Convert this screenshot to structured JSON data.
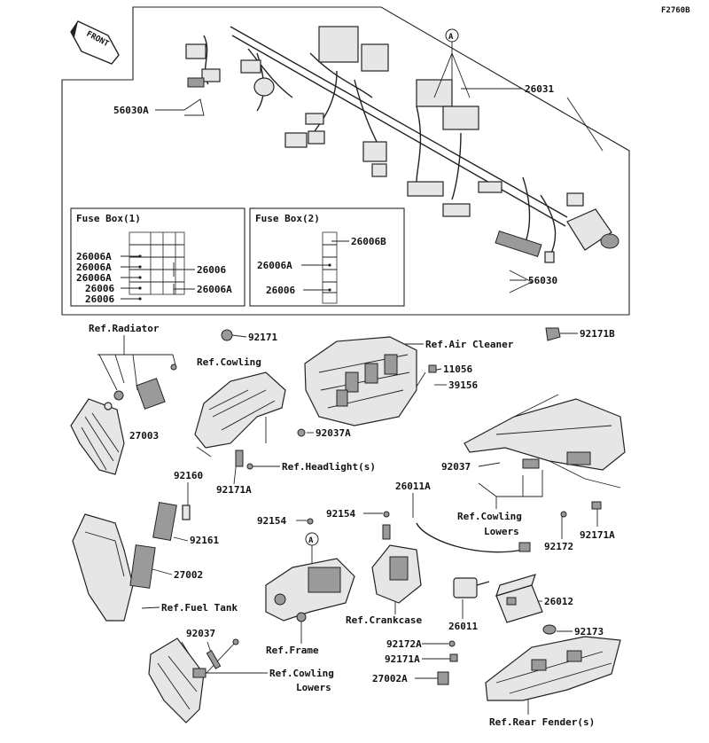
{
  "figure_code": "F2760B",
  "front_label": "FRONT",
  "callout_a": "A",
  "harness": {
    "p26031": "26031",
    "p56030A": "56030A",
    "p56030": "56030"
  },
  "fuse_box_1": {
    "title": "Fuse Box(1)",
    "left_labels": [
      "26006A",
      "26006A",
      "26006A",
      "26006",
      "26006"
    ],
    "right_labels": [
      "26006",
      "26006A"
    ]
  },
  "fuse_box_2": {
    "title": "Fuse Box(2)",
    "top_label": "26006B",
    "left_labels": [
      "26006A",
      "26006"
    ]
  },
  "parts": {
    "ref_radiator": "Ref.Radiator",
    "p92171": "92171",
    "ref_cowling": "Ref.Cowling",
    "ref_air_cleaner": "Ref.Air Cleaner",
    "p92171B": "92171B",
    "p11056": "11056",
    "p39156": "39156",
    "p27003": "27003",
    "p92037A": "92037A",
    "ref_headlight": "Ref.Headlight(s)",
    "p92171A_1": "92171A",
    "p92160": "92160",
    "p26011A": "26011A",
    "p92037_1": "92037",
    "p92154_1": "92154",
    "p92154_2": "92154",
    "ref_cowling_lowers_1a": "Ref.Cowling",
    "ref_cowling_lowers_1b": "Lowers",
    "p92161": "92161",
    "p92172": "92172",
    "p92171A_2": "92171A",
    "p27002": "27002",
    "p26012": "26012",
    "ref_fuel_tank": "Ref.Fuel Tank",
    "ref_crankcase": "Ref.Crankcase",
    "p26011": "26011",
    "p92037_2": "92037",
    "p92173": "92173",
    "ref_frame": "Ref.Frame",
    "p92172A": "92172A",
    "p92171A_3": "92171A",
    "ref_cowling_lowers_2a": "Ref.Cowling",
    "ref_cowling_lowers_2b": "Lowers",
    "p27002A": "27002A",
    "ref_rear_fender": "Ref.Rear Fender(s)"
  }
}
